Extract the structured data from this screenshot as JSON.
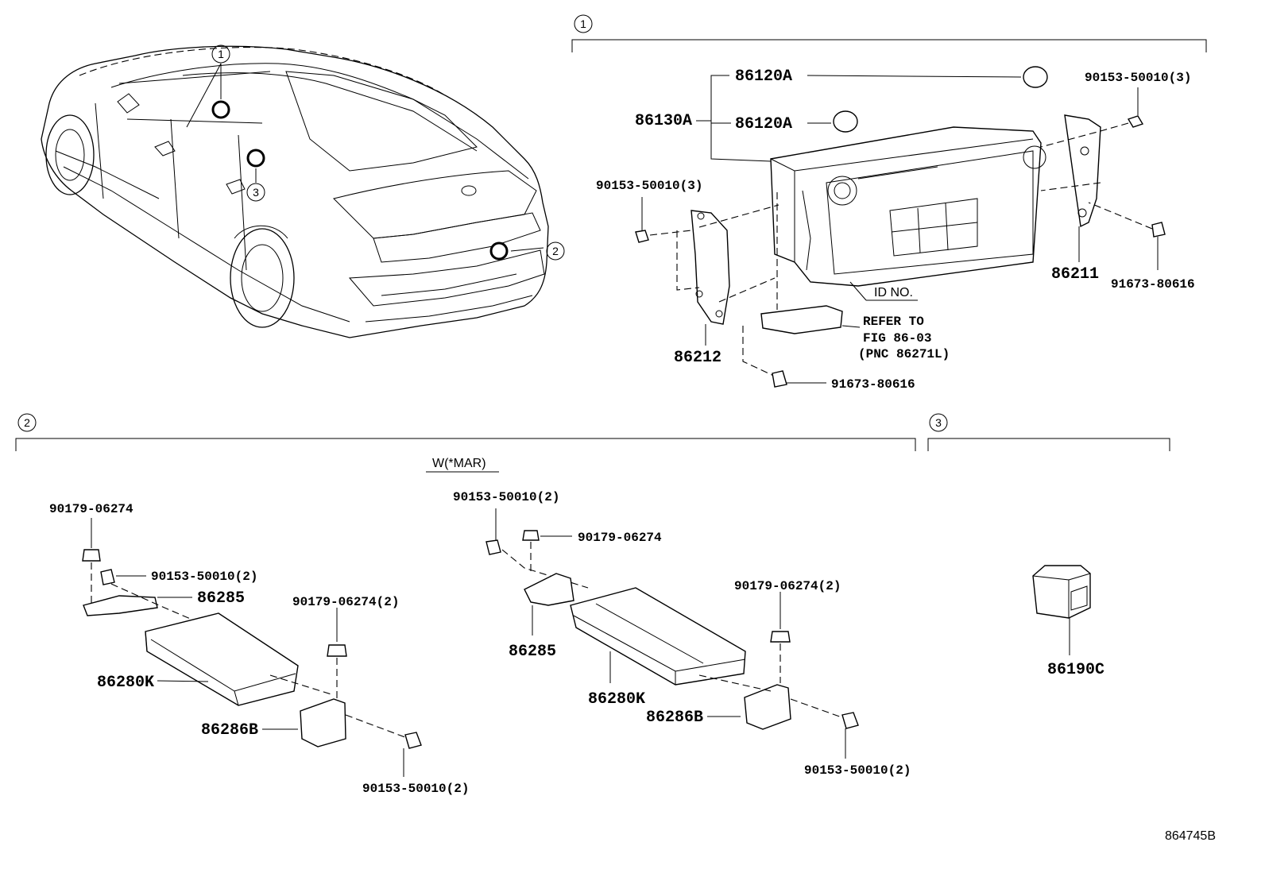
{
  "diagram_code": "864745B",
  "sections": {
    "s1": {
      "number": "1"
    },
    "s2": {
      "number": "2"
    },
    "s3": {
      "number": "3"
    }
  },
  "car": {
    "callout_1": "1",
    "callout_2": "2",
    "callout_3": "3"
  },
  "section1": {
    "p86130A": "86130A",
    "p86120A_top": "86120A",
    "p86120A_mid": "86120A",
    "bolt_right": "90153-50010(3)",
    "bolt_left": "90153-50010(3)",
    "p86211": "86211",
    "screw_right": "91673-80616",
    "id_no": "ID NO.",
    "refer_line1": "REFER TO",
    "refer_line2": "FIG 86-03",
    "refer_line3": "(PNC 86271L)",
    "p86212": "86212",
    "screw_bottom": "91673-80616"
  },
  "section2": {
    "variant": "W(*MAR)",
    "left": {
      "nut_top": "90179-06274",
      "bolt": "90153-50010(2)",
      "bracket": "86285",
      "nut_right": "90179-06274(2)",
      "module": "86280K",
      "bracket_b": "86286B",
      "bolt_bottom": "90153-50010(2)"
    },
    "right": {
      "bolt_top": "90153-50010(2)",
      "nut": "90179-06274",
      "bracket": "86285",
      "nut_right": "90179-06274(2)",
      "module": "86280K",
      "bracket_b": "86286B",
      "bolt_bottom": "90153-50010(2)"
    }
  },
  "section3": {
    "part": "86190C"
  }
}
